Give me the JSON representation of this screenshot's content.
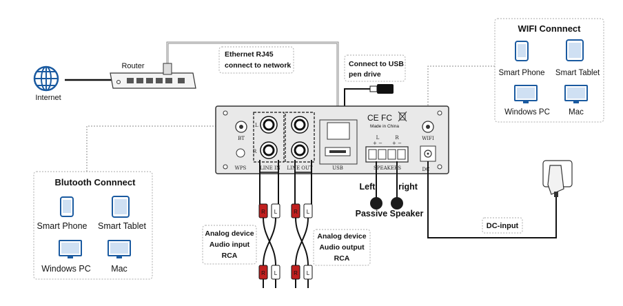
{
  "internet": {
    "label": "Internet"
  },
  "router": {
    "label": "Router"
  },
  "ethernet": {
    "line1": "Ethernet RJ45",
    "line2": "connect to network"
  },
  "usb_note": {
    "line1": "Connect to USB",
    "line2": "pen drive"
  },
  "wifi_box": {
    "title": "WIFI Connnect",
    "smart_phone": "Smart Phone",
    "smart_tablet": "Smart Tablet",
    "windows_pc": "Windows PC",
    "mac": "Mac"
  },
  "bt_box": {
    "title": "Blutooth Connnect",
    "smart_phone": "Smart Phone",
    "smart_tablet": "Smart Tablet",
    "windows_pc": "Windows PC",
    "mac": "Mac"
  },
  "panel": {
    "bt": "BT",
    "wps": "WPS",
    "l": "L",
    "r": "R",
    "line_in": "LINE IN",
    "line_out": "LINE OUT",
    "usb": "USB",
    "speakers": "SPEAKERS",
    "spk_l": "L",
    "spk_r": "R",
    "plus_minus_1": "+  −",
    "plus_minus_2": "+  −",
    "wifi": "WIFI",
    "dc": "DC",
    "made_in": "Made in China",
    "ce": "CE",
    "fc": "FC"
  },
  "speakers": {
    "left": "Left",
    "right": "right",
    "passive": "Passive Speaker"
  },
  "analog_in": {
    "line1": "Analog device",
    "line2": "Audio input",
    "line3": "RCA"
  },
  "analog_out": {
    "line1": "Analog device",
    "line2": "Audio output",
    "line3": "RCA"
  },
  "dc_input": {
    "label": "DC-input"
  },
  "rca_plugs": {
    "l": "L",
    "r": "R"
  }
}
